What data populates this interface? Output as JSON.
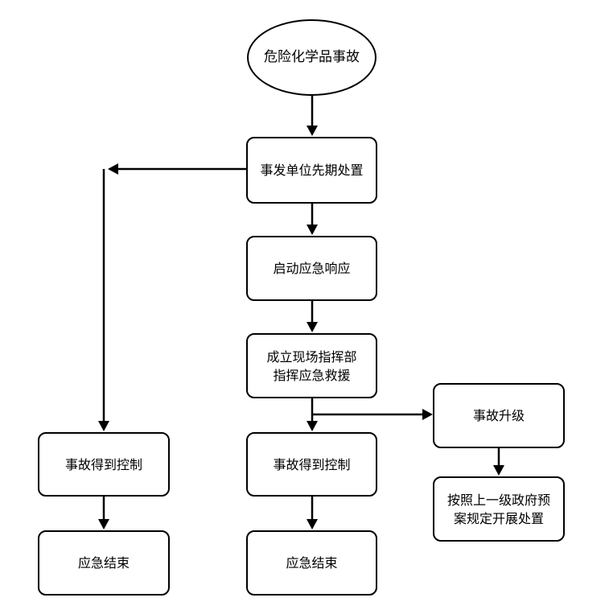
{
  "diagram": {
    "start": "危险化学品事故",
    "initial_response": "事发单位先期处置",
    "start_response": "启动应急响应",
    "command_line1": "成立现场指挥部",
    "command_line2": "指挥应急救援",
    "escalate": "事故升级",
    "escalate_action_line1": "按照上一级政府预",
    "escalate_action_line2": "案规定开展处置",
    "left_controlled": "事故得到控制",
    "left_end": "应急结束",
    "mid_controlled": "事故得到控制",
    "mid_end": "应急结束"
  }
}
